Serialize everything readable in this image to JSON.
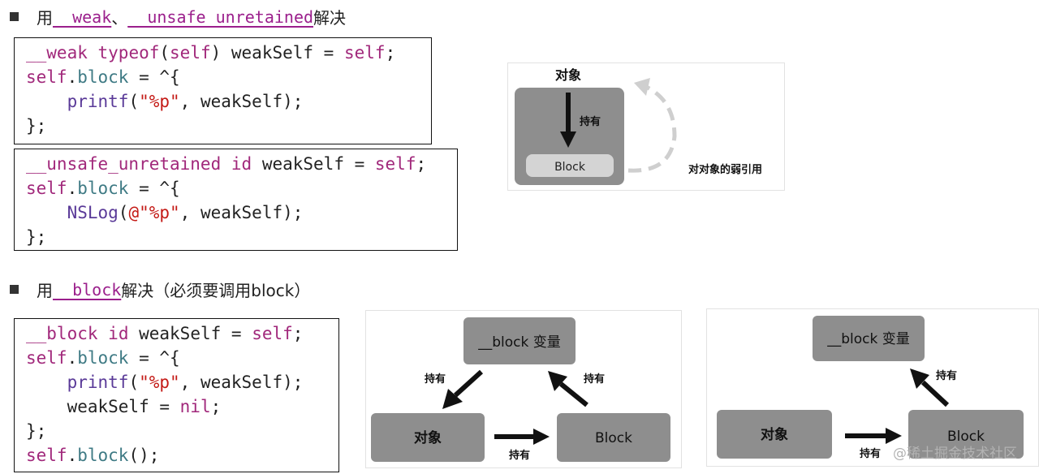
{
  "section1": {
    "heading_prefix": "用",
    "heading_kw1": "__weak",
    "heading_sep": "、",
    "heading_kw2": "__unsafe_unretained",
    "heading_suffix": "解决"
  },
  "code1": [
    [
      {
        "t": "__weak",
        "c": "kw"
      },
      {
        "t": " ",
        "c": "ident"
      },
      {
        "t": "typeof",
        "c": "kw"
      },
      {
        "t": "(",
        "c": "ident"
      },
      {
        "t": "self",
        "c": "kw"
      },
      {
        "t": ") weakSelf = ",
        "c": "ident"
      },
      {
        "t": "self",
        "c": "kw"
      },
      {
        "t": ";",
        "c": "ident"
      }
    ],
    [
      {
        "t": "self",
        "c": "kw"
      },
      {
        "t": ".",
        "c": "ident"
      },
      {
        "t": "block",
        "c": "prop"
      },
      {
        "t": " = ^{",
        "c": "ident"
      }
    ],
    [
      {
        "t": "    ",
        "c": "ident"
      },
      {
        "t": "printf",
        "c": "fn"
      },
      {
        "t": "(",
        "c": "ident"
      },
      {
        "t": "\"%p\"",
        "c": "str"
      },
      {
        "t": ", weakSelf);",
        "c": "ident"
      }
    ],
    [
      {
        "t": "};",
        "c": "ident"
      }
    ]
  ],
  "code2": [
    [
      {
        "t": "__unsafe_unretained",
        "c": "kw"
      },
      {
        "t": " ",
        "c": "ident"
      },
      {
        "t": "id",
        "c": "kw"
      },
      {
        "t": " weakSelf = ",
        "c": "ident"
      },
      {
        "t": "self",
        "c": "kw"
      },
      {
        "t": ";",
        "c": "ident"
      }
    ],
    [
      {
        "t": "self",
        "c": "kw"
      },
      {
        "t": ".",
        "c": "ident"
      },
      {
        "t": "block",
        "c": "prop"
      },
      {
        "t": " = ^{",
        "c": "ident"
      }
    ],
    [
      {
        "t": "    ",
        "c": "ident"
      },
      {
        "t": "NSLog",
        "c": "fn"
      },
      {
        "t": "(",
        "c": "ident"
      },
      {
        "t": "@\"%p\"",
        "c": "str"
      },
      {
        "t": ", weakSelf);",
        "c": "ident"
      }
    ],
    [
      {
        "t": "};",
        "c": "ident"
      }
    ]
  ],
  "diagram1": {
    "object_label": "对象",
    "hold_label": "持有",
    "block_label": "Block",
    "weak_ref_label": "对对象的弱引用"
  },
  "section2": {
    "heading_prefix": "用",
    "heading_kw": "__block",
    "heading_suffix": "解决（必须要调用block）"
  },
  "code3": [
    [
      {
        "t": "__block",
        "c": "kw"
      },
      {
        "t": " ",
        "c": "ident"
      },
      {
        "t": "id",
        "c": "kw"
      },
      {
        "t": " weakSelf = ",
        "c": "ident"
      },
      {
        "t": "self",
        "c": "kw"
      },
      {
        "t": ";",
        "c": "ident"
      }
    ],
    [
      {
        "t": "self",
        "c": "kw"
      },
      {
        "t": ".",
        "c": "ident"
      },
      {
        "t": "block",
        "c": "prop"
      },
      {
        "t": " = ^{",
        "c": "ident"
      }
    ],
    [
      {
        "t": "    ",
        "c": "ident"
      },
      {
        "t": "printf",
        "c": "fn"
      },
      {
        "t": "(",
        "c": "ident"
      },
      {
        "t": "\"%p\"",
        "c": "str"
      },
      {
        "t": ", weakSelf);",
        "c": "ident"
      }
    ],
    [
      {
        "t": "    weakSelf = ",
        "c": "ident"
      },
      {
        "t": "nil",
        "c": "kw"
      },
      {
        "t": ";",
        "c": "ident"
      }
    ],
    [
      {
        "t": "};",
        "c": "ident"
      }
    ],
    [
      {
        "t": "self",
        "c": "kw"
      },
      {
        "t": ".",
        "c": "ident"
      },
      {
        "t": "block",
        "c": "prop"
      },
      {
        "t": "();",
        "c": "ident"
      }
    ]
  ],
  "diagram2": {
    "block_var_label": "__block 变量",
    "object_label": "对象",
    "block_label": "Block",
    "hold_label_left": "持有",
    "hold_label_right": "持有",
    "hold_label_bottom": "持有"
  },
  "diagram3": {
    "block_var_label": "__block 变量",
    "object_label": "对象",
    "block_label": "Block",
    "hold_label_right": "持有",
    "hold_label_bottom": "持有"
  },
  "watermark": "@稀土掘金技术社区",
  "colors": {
    "keyword": "#a1287b",
    "property": "#3e7a84",
    "function": "#5a3a98",
    "string": "#c41a16",
    "box_gray": "#8e8e8e",
    "box_light": "#d2d2d2"
  }
}
